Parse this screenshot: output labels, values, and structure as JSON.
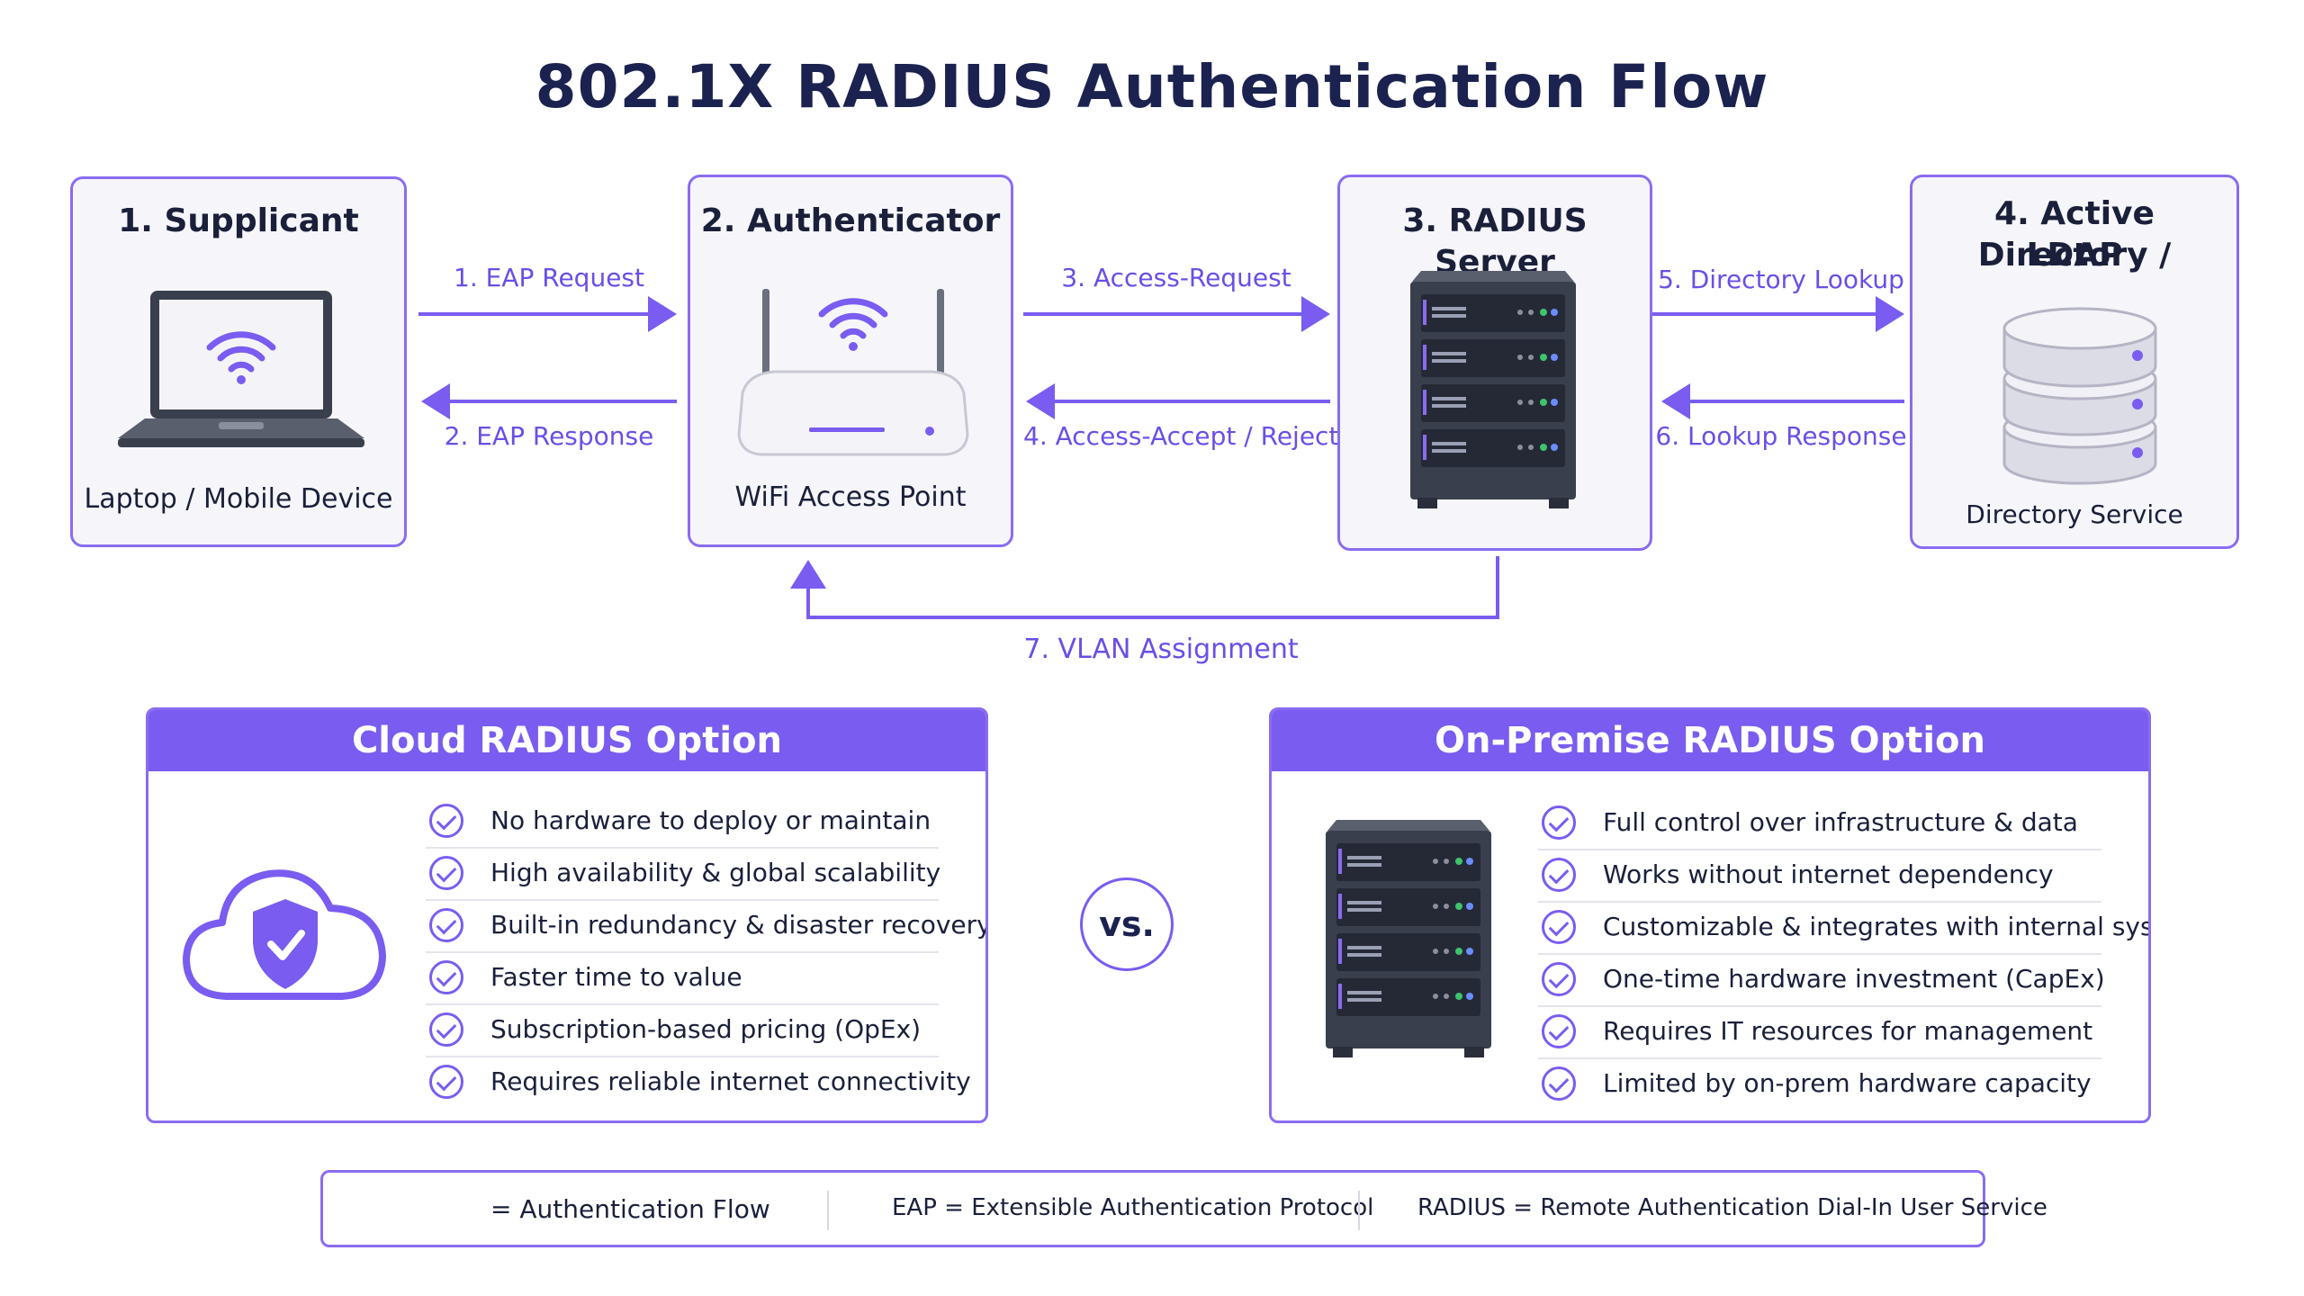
{
  "title": "802.1X RADIUS Authentication Flow",
  "nodes": {
    "supplicant": {
      "title": "1. Supplicant",
      "subtitle": "Laptop / Mobile Device"
    },
    "authenticator": {
      "title": "2. Authenticator",
      "subtitle": "WiFi Access Point"
    },
    "radius": {
      "title": "3. RADIUS Server"
    },
    "directory": {
      "title_line1": "4. Active Directory /",
      "title_line2": "LDAP",
      "subtitle": "Directory Service"
    }
  },
  "flows": {
    "f1": "1. EAP Request",
    "f2": "2. EAP Response",
    "f3": "3. Access-Request",
    "f4": "4. Access-Accept / Reject",
    "f5": "5. Directory Lookup",
    "f6": "6. Lookup Response",
    "f7": "7. VLAN Assignment"
  },
  "cloud": {
    "header": "Cloud RADIUS Option",
    "items": [
      "No hardware to deploy or maintain",
      "High availability & global scalability",
      "Built-in redundancy & disaster recovery",
      "Faster time to value",
      "Subscription-based pricing (OpEx)",
      "Requires reliable internet connectivity"
    ]
  },
  "onprem": {
    "header": "On-Premise RADIUS Option",
    "items": [
      "Full control over infrastructure & data",
      "Works without internet dependency",
      "Customizable & integrates with internal systems",
      "One-time hardware investment (CapEx)",
      "Requires IT resources for management",
      "Limited by on-prem hardware capacity"
    ]
  },
  "vs": "vs.",
  "legend": {
    "flow": "= Authentication Flow",
    "eap": "EAP  =  Extensible  Authentication  Protocol",
    "radius": "RADIUS  =  Remote  Authentication  Dial-In  User  Service"
  },
  "colors": {
    "accent": "#7a5cf0",
    "title": "#1b2250",
    "server": "#3a3f4e"
  }
}
